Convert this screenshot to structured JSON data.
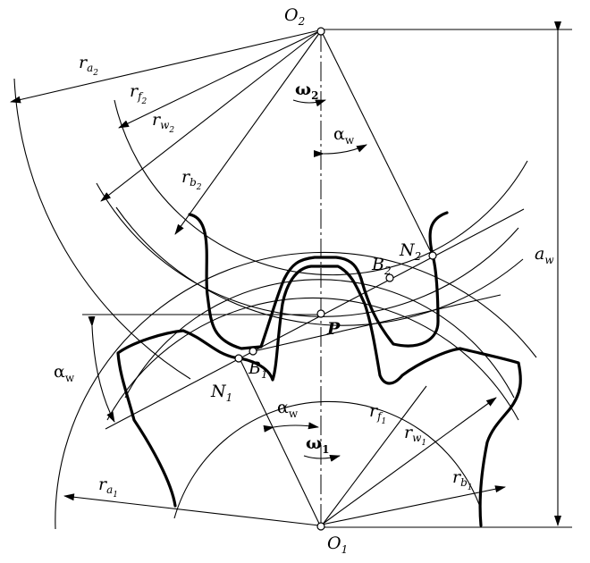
{
  "labels": {
    "O2": {
      "main": "O",
      "sub": "2"
    },
    "O1": {
      "main": "O",
      "sub": "1"
    },
    "P": "P",
    "N1": {
      "main": "N",
      "sub": "1"
    },
    "N2": {
      "main": "N",
      "sub": "2"
    },
    "B1": {
      "main": "B",
      "sub": "1"
    },
    "B2": {
      "main": "B",
      "sub": "2"
    },
    "omega2": {
      "main": "ω",
      "sub": "2"
    },
    "omega1": {
      "main": "ω",
      "sub": "1"
    },
    "aw": {
      "main": "a",
      "sub": "w"
    },
    "alpha_w_top": {
      "main": "α",
      "sub": "w"
    },
    "alpha_w_mid": {
      "main": "α",
      "sub": "w"
    },
    "alpha_w_left": {
      "main": "α",
      "sub": "w"
    },
    "ra2": {
      "main": "r",
      "sub": "a",
      "sub2": "2"
    },
    "rf2": {
      "main": "r",
      "sub": "f",
      "sub2": "2"
    },
    "rw2": {
      "main": "r",
      "sub": "w",
      "sub2": "2"
    },
    "rb2": {
      "main": "r",
      "sub": "b",
      "sub2": "2"
    },
    "ra1": {
      "main": "r",
      "sub": "a",
      "sub2": "1"
    },
    "rf1": {
      "main": "r",
      "sub": "f",
      "sub2": "1"
    },
    "rw1": {
      "main": "r",
      "sub": "w",
      "sub2": "1"
    },
    "rb1": {
      "main": "r",
      "sub": "b",
      "sub2": "1"
    }
  }
}
